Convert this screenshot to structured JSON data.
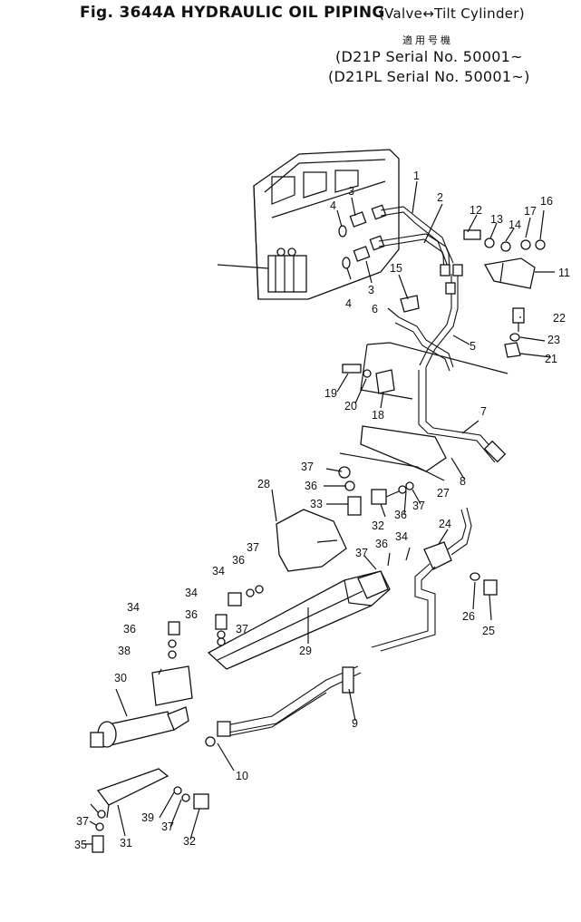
{
  "header": {
    "title": "Fig. 3644A HYDRAULIC OIL PIPING",
    "subtitle": "(Valve↔Tilt Cylinder)",
    "serial_heading": "適用号機",
    "serial_rows": [
      "(D21P   Serial No. 50001~",
      "(D21PL  Serial No. 50001~)"
    ]
  },
  "callouts": [
    "1",
    "2",
    "3",
    "3",
    "4",
    "4",
    "5",
    "6",
    "7",
    "8",
    "9",
    "10",
    "11",
    "12",
    "13",
    "14",
    "15",
    "16",
    "17",
    "18",
    "19",
    "20",
    "21",
    "22",
    "23",
    "24",
    "25",
    "26",
    "27",
    "28",
    "29",
    "30",
    "31",
    "32",
    "32",
    "33",
    "34",
    "34",
    "34",
    "34",
    "35",
    "36",
    "36",
    "36",
    "36",
    "36",
    "36",
    "37",
    "37",
    "37",
    "37",
    "37",
    "37",
    "37",
    "38",
    "39"
  ]
}
